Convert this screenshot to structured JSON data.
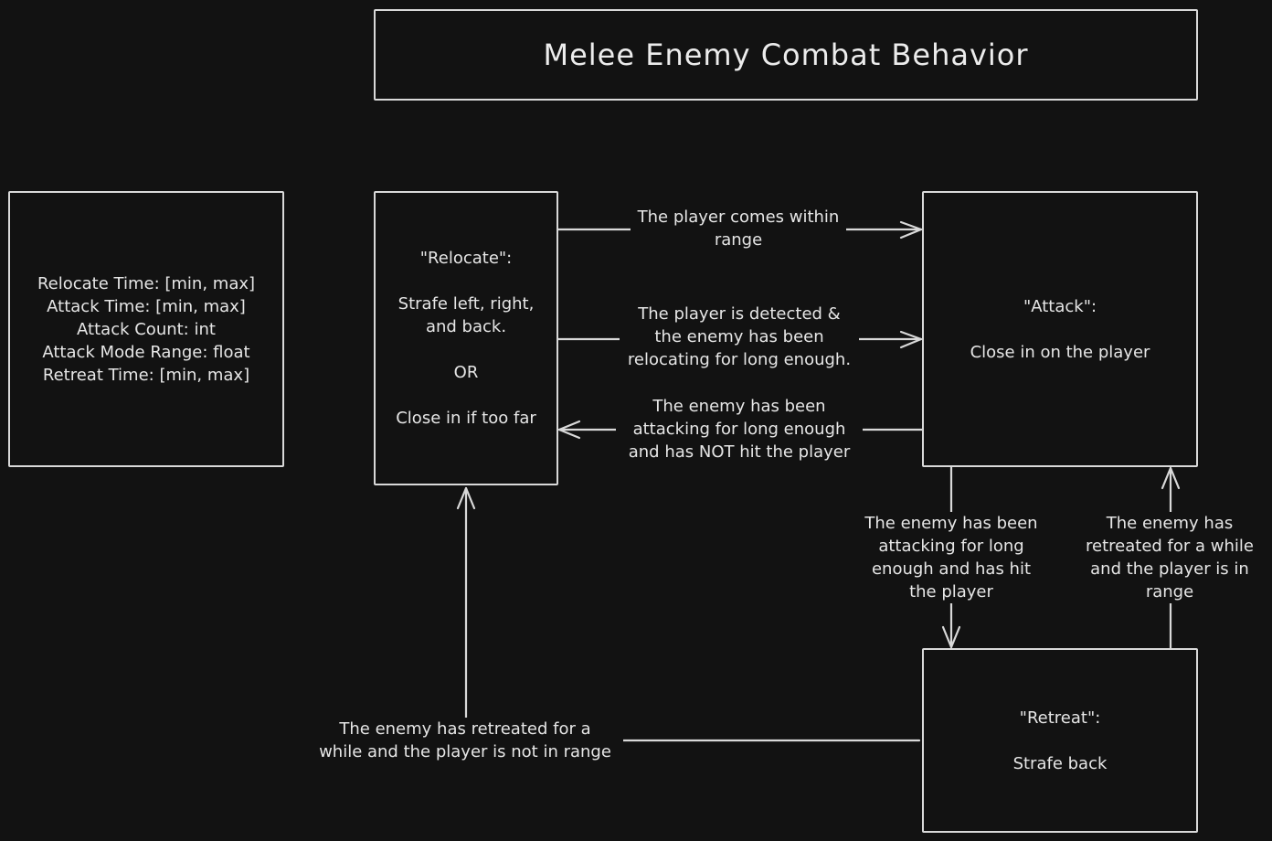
{
  "title": "Melee Enemy Combat Behavior",
  "parameters": [
    "Relocate Time: [min, max]",
    "Attack Time: [min, max]",
    "Attack Count: int",
    "Attack Mode Range: float",
    "Retreat Time: [min, max]"
  ],
  "states": {
    "relocate": {
      "name": "\"Relocate\":",
      "lines": [
        "Strafe left, right,",
        "and back."
      ],
      "or": "OR",
      "alt": "Close in if too far"
    },
    "attack": {
      "name": "\"Attack\":",
      "desc": "Close in on the player"
    },
    "retreat": {
      "name": "\"Retreat\":",
      "desc": "Strafe back"
    }
  },
  "transitions": {
    "reloc_to_attack_range": [
      "The player comes within",
      "range"
    ],
    "reloc_to_attack_detected": [
      "The player is detected &",
      "the enemy has been",
      "relocating for long enough."
    ],
    "attack_to_reloc": [
      "The enemy has been",
      "attacking for long enough",
      "and has NOT hit the player"
    ],
    "attack_to_retreat": [
      "The enemy has been",
      "attacking for long",
      "enough and has hit",
      "the player"
    ],
    "retreat_to_attack": [
      "The enemy has",
      "retreated for a while",
      "and the player is in",
      "range"
    ],
    "retreat_to_reloc": [
      "The enemy has retreated for a",
      "while and the player is not in range"
    ]
  },
  "colors": {
    "background": "#121212",
    "stroke": "#d9d9d9",
    "text": "#e6e6e6"
  }
}
